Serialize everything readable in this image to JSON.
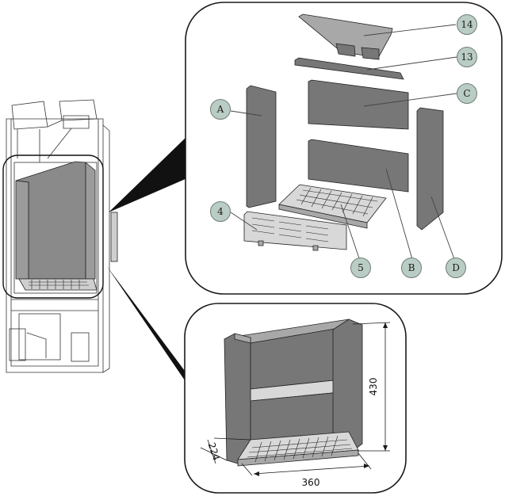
{
  "callouts": {
    "c14": "14",
    "c13": "13",
    "cC": "C",
    "cA": "A",
    "c4": "4",
    "c5": "5",
    "cB": "B",
    "cD": "D"
  },
  "dimensions": {
    "height": "430",
    "depth": "224",
    "width": "360"
  },
  "colors": {
    "callout_fill": "#b9cdc4",
    "part_fill": "#777777"
  }
}
